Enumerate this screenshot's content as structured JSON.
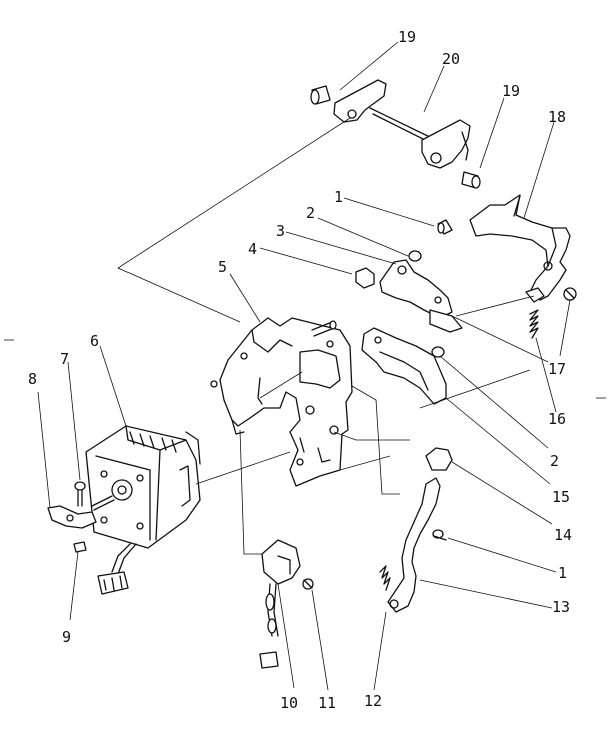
{
  "diagram": {
    "callouts": [
      {
        "id": "c19a",
        "text": "19"
      },
      {
        "id": "c20",
        "text": "20"
      },
      {
        "id": "c19b",
        "text": "19"
      },
      {
        "id": "c18",
        "text": "18"
      },
      {
        "id": "c1a",
        "text": "1"
      },
      {
        "id": "c2a",
        "text": "2"
      },
      {
        "id": "c3",
        "text": "3"
      },
      {
        "id": "c4",
        "text": "4"
      },
      {
        "id": "c5",
        "text": "5"
      },
      {
        "id": "c6",
        "text": "6"
      },
      {
        "id": "c7",
        "text": "7"
      },
      {
        "id": "c8",
        "text": "8"
      },
      {
        "id": "c9",
        "text": "9"
      },
      {
        "id": "c10",
        "text": "10"
      },
      {
        "id": "c11",
        "text": "11"
      },
      {
        "id": "c12",
        "text": "12"
      },
      {
        "id": "c13",
        "text": "13"
      },
      {
        "id": "c1b",
        "text": "1"
      },
      {
        "id": "c14",
        "text": "14"
      },
      {
        "id": "c15",
        "text": "15"
      },
      {
        "id": "c2b",
        "text": "2"
      },
      {
        "id": "c16",
        "text": "16"
      },
      {
        "id": "c17",
        "text": "17"
      }
    ]
  }
}
